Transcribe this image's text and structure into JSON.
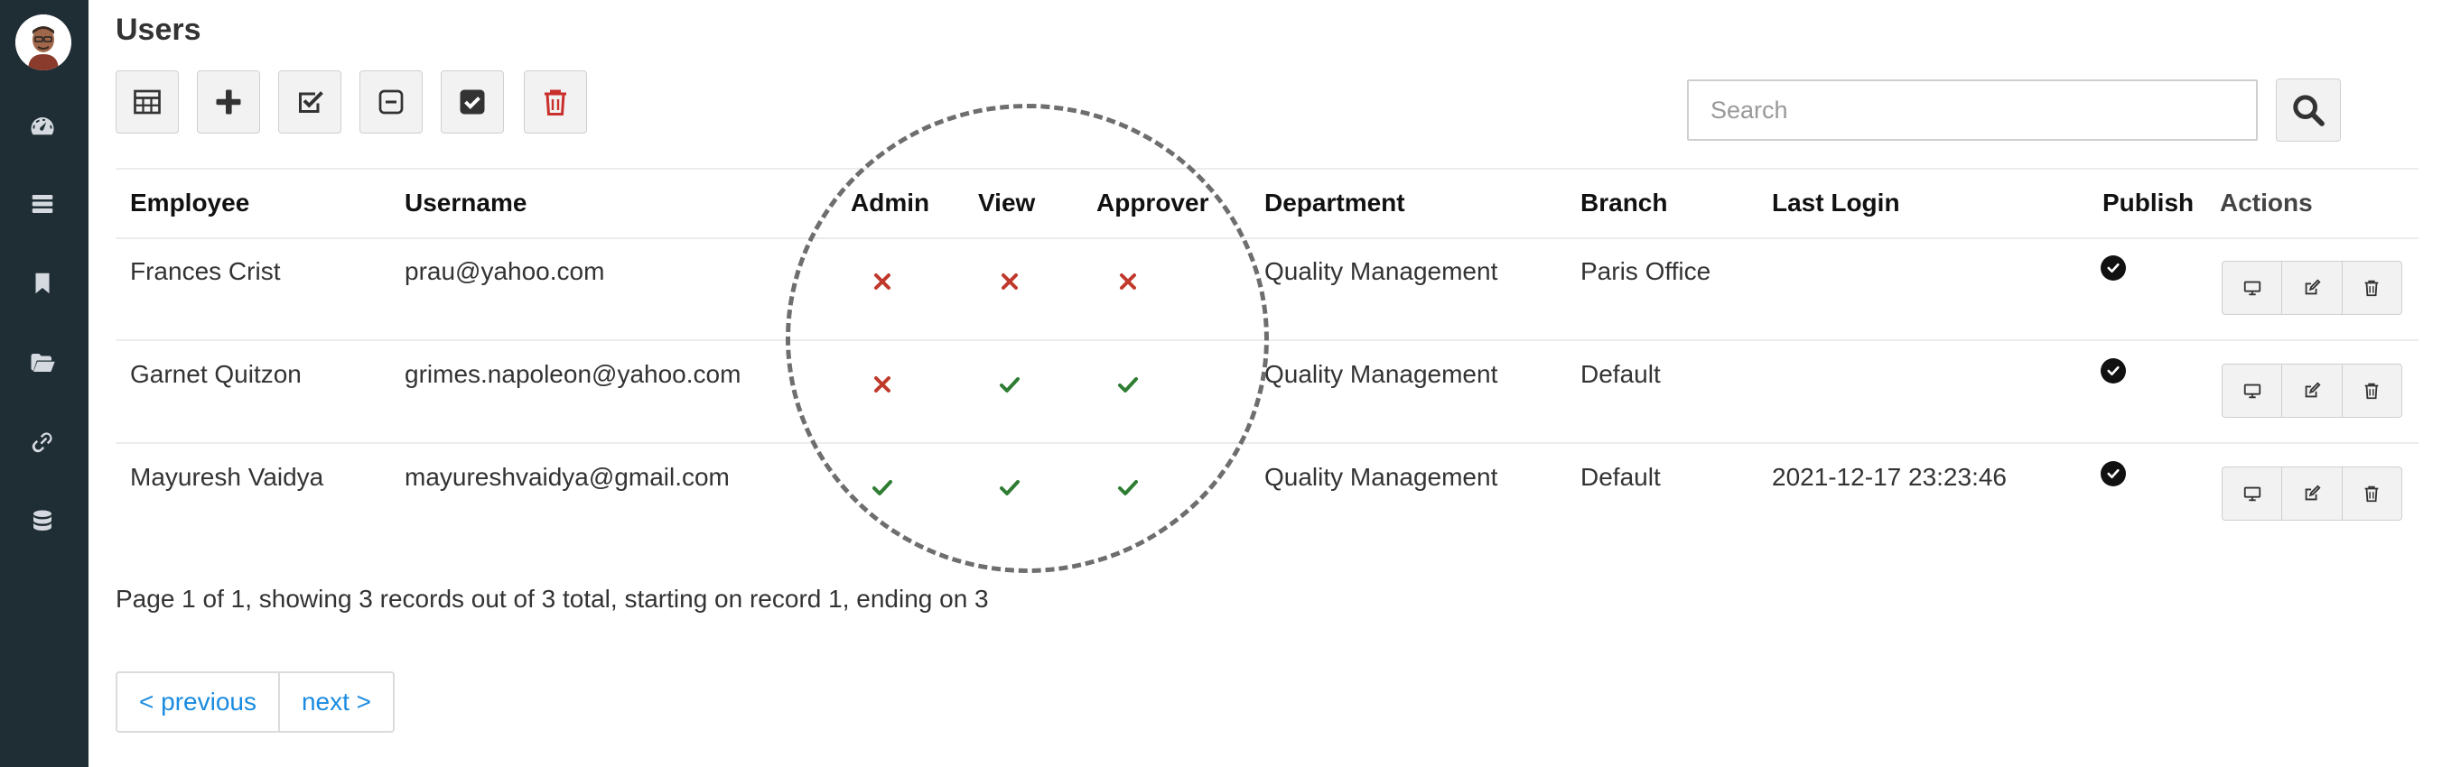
{
  "page": {
    "title": "Users"
  },
  "sidebar": {
    "icons": [
      "dashboard-icon",
      "list-icon",
      "bookmark-icon",
      "folder-open-icon",
      "link-icon",
      "database-icon"
    ]
  },
  "toolbar": {
    "buttons": [
      {
        "name": "table-view-button",
        "icon": "table-icon"
      },
      {
        "name": "add-button",
        "icon": "plus-icon"
      },
      {
        "name": "check-edit-button",
        "icon": "check-square-outline-icon"
      },
      {
        "name": "minus-button",
        "icon": "minus-square-icon"
      },
      {
        "name": "check-all-button",
        "icon": "check-square-icon"
      },
      {
        "name": "delete-button",
        "icon": "trash-icon",
        "color": "#c9302c"
      }
    ]
  },
  "search": {
    "placeholder": "Search",
    "value": ""
  },
  "table": {
    "headers": [
      "Employee",
      "Username",
      "Admin",
      "View",
      "Approver",
      "Department",
      "Branch",
      "Last Login",
      "Publish",
      "Actions"
    ],
    "rows": [
      {
        "employee": "Frances Crist",
        "username": "prau@yahoo.com",
        "admin": false,
        "view": false,
        "approver": false,
        "department": "Quality Management",
        "branch": "Paris Office",
        "last_login": "",
        "publish": true
      },
      {
        "employee": "Garnet Quitzon",
        "username": "grimes.napoleon@yahoo.com",
        "admin": false,
        "view": true,
        "approver": true,
        "department": "Quality Management",
        "branch": "Default",
        "last_login": "",
        "publish": true
      },
      {
        "employee": "Mayuresh Vaidya",
        "username": "mayureshvaidya@gmail.com",
        "admin": true,
        "view": true,
        "approver": true,
        "department": "Quality Management",
        "branch": "Default",
        "last_login": "2021-12-17 23:23:46",
        "publish": true
      }
    ]
  },
  "summary": "Page 1 of 1, showing 3 records out of 3 total, starting on record 1, ending on 3",
  "pagination": {
    "previous": "< previous",
    "next": "next >"
  },
  "colors": {
    "sidebar": "#1f2d35",
    "check": "#2e7d32",
    "cross": "#c0392b",
    "link": "#1a8be0",
    "delete": "#c9302c"
  }
}
